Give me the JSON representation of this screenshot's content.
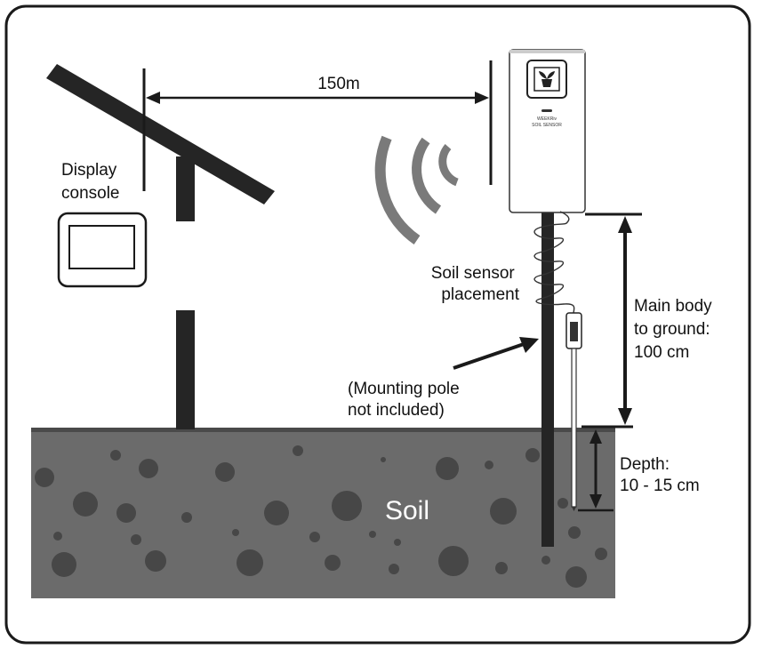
{
  "labels": {
    "distance": "150m",
    "display_console": [
      "Display",
      "console"
    ],
    "soil_sensor_placement": [
      "Soil sensor",
      "placement"
    ],
    "mounting_pole": [
      "(Mounting pole",
      "not included)"
    ],
    "main_body_height": [
      "Main body",
      "to ground:",
      "100 cm"
    ],
    "depth": [
      "Depth:",
      "10 - 15 cm"
    ],
    "soil": "Soil"
  },
  "device": {
    "brand_text": "WEEKRiv",
    "model_text": "SOIL SENSOR"
  },
  "colors": {
    "soil": "#6b6b6b",
    "soil_surface": "#4a4a4a",
    "soil_pebbles": "#474747",
    "pole": "#252525",
    "signal_waves": "#7a7a7a",
    "frame_border": "#1a1a1a"
  },
  "icons": [
    "plant-icon",
    "wireless-signal-icon",
    "solar-panel-icon"
  ]
}
